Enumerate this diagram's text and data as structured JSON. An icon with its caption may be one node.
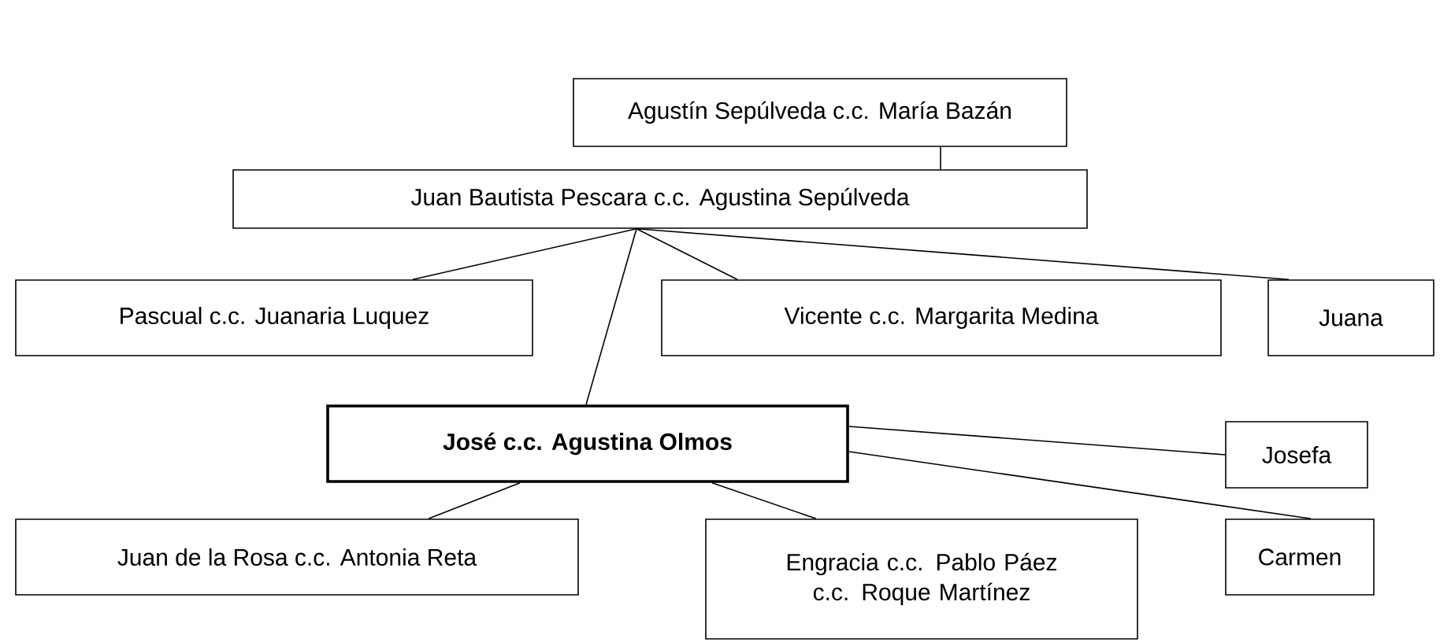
{
  "diagram": {
    "nodes": [
      {
        "text": [
          "Agustín Sepúlveda c.c. María Bazán"
        ]
      },
      {
        "text": [
          "Juan Bautista Pescara c.c. Agustina Sepúlveda"
        ]
      },
      {
        "text": [
          "Pascual c.c. Juanaria Luquez"
        ]
      },
      {
        "text": [
          "Vicente c.c. Margarita Medina"
        ]
      },
      {
        "text": [
          "Juana"
        ]
      },
      {
        "text": [
          "José c.c. Agustina Olmos"
        ]
      },
      {
        "text": [
          "Josefa"
        ]
      },
      {
        "text": [
          "Juan de la Rosa c.c. Antonia Reta"
        ]
      },
      {
        "text": [
          "Engracia c.c. Pablo Páez c.c. Roque Martínez"
        ]
      },
      {
        "text": [
          "Carmen"
        ]
      }
    ],
    "edges": [
      {
        "from": 0,
        "to": 1,
        "arrow": "none"
      },
      {
        "from": 1,
        "to": 2,
        "arrow": "none"
      },
      {
        "from": 1,
        "to": 3,
        "arrow": "none"
      },
      {
        "from": 1,
        "to": 4,
        "arrow": "none"
      },
      {
        "from": 1,
        "to": 5,
        "arrow": "none"
      },
      {
        "from": 5,
        "to": 6,
        "arrow": "none"
      },
      {
        "from": 5,
        "to": 9,
        "arrow": "none"
      },
      {
        "from": 5,
        "to": 7,
        "arrow": "none"
      },
      {
        "from": 5,
        "to": 8,
        "arrow": "none"
      }
    ]
  }
}
